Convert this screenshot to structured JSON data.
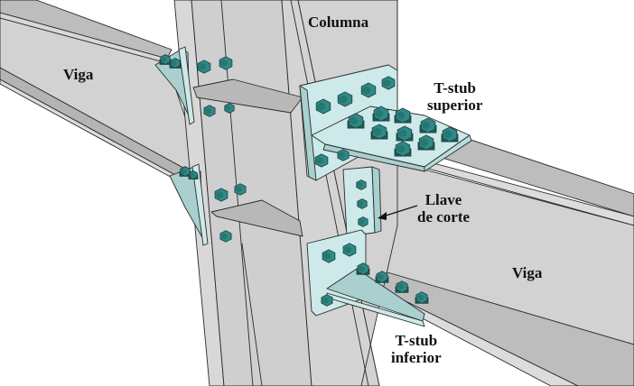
{
  "diagram": {
    "title": "Beam-column bolted T-stub connection",
    "colors": {
      "background": "#ffffff",
      "steel_light": "#d2d2d2",
      "steel_mid": "#bdbdbd",
      "steel_dark": "#a9a9a9",
      "plate": "#cde9e9",
      "plate_shade": "#a9cfcf",
      "bolt": "#2e8a86",
      "bolt_dark": "#1d5e5b",
      "outline": "#2a2a2a"
    },
    "labels": {
      "column": "Columna",
      "beam_left": "Viga",
      "beam_right": "Viga",
      "tstub_top_line1": "T-stub",
      "tstub_top_line2": "superior",
      "shear_key_line1": "Llave",
      "shear_key_line2": "de corte",
      "tstub_bottom_line1": "T-stub",
      "tstub_bottom_line2": "inferior"
    },
    "components": [
      {
        "name": "Columna",
        "type": "column"
      },
      {
        "name": "Viga",
        "type": "beam",
        "side": "left"
      },
      {
        "name": "Viga",
        "type": "beam",
        "side": "right"
      },
      {
        "name": "T-stub superior",
        "type": "plate",
        "bolts_flange": 9,
        "bolts_web": 6
      },
      {
        "name": "Llave de corte",
        "type": "plate",
        "bolts": 3
      },
      {
        "name": "T-stub inferior",
        "type": "plate",
        "bolts_flange": 4,
        "bolts_web": 3
      }
    ]
  }
}
